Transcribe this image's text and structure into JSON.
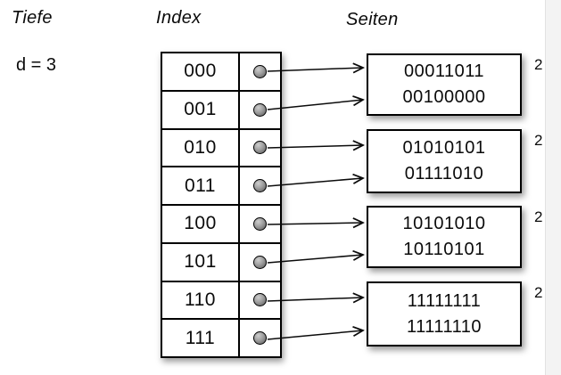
{
  "labels": {
    "depth_header": "Tiefe",
    "index_header": "Index",
    "pages_header": "Seiten",
    "global_depth": "d = 3"
  },
  "index_table": {
    "rows": [
      {
        "label": "000"
      },
      {
        "label": "001"
      },
      {
        "label": "010"
      },
      {
        "label": "011"
      },
      {
        "label": "100"
      },
      {
        "label": "101"
      },
      {
        "label": "110"
      },
      {
        "label": "111"
      }
    ]
  },
  "pages": [
    {
      "entries": [
        "00011011",
        "00100000"
      ],
      "local_depth": "2"
    },
    {
      "entries": [
        "01010101",
        "01111010"
      ],
      "local_depth": "2"
    },
    {
      "entries": [
        "10101010",
        "10110101"
      ],
      "local_depth": "2"
    },
    {
      "entries": [
        "11111111",
        "11111110"
      ],
      "local_depth": "2"
    }
  ],
  "links": [
    {
      "from": "000",
      "to_page": 1
    },
    {
      "from": "001",
      "to_page": 1
    },
    {
      "from": "010",
      "to_page": 2
    },
    {
      "from": "011",
      "to_page": 2
    },
    {
      "from": "100",
      "to_page": 3
    },
    {
      "from": "101",
      "to_page": 3
    },
    {
      "from": "110",
      "to_page": 4
    },
    {
      "from": "111",
      "to_page": 4
    }
  ]
}
